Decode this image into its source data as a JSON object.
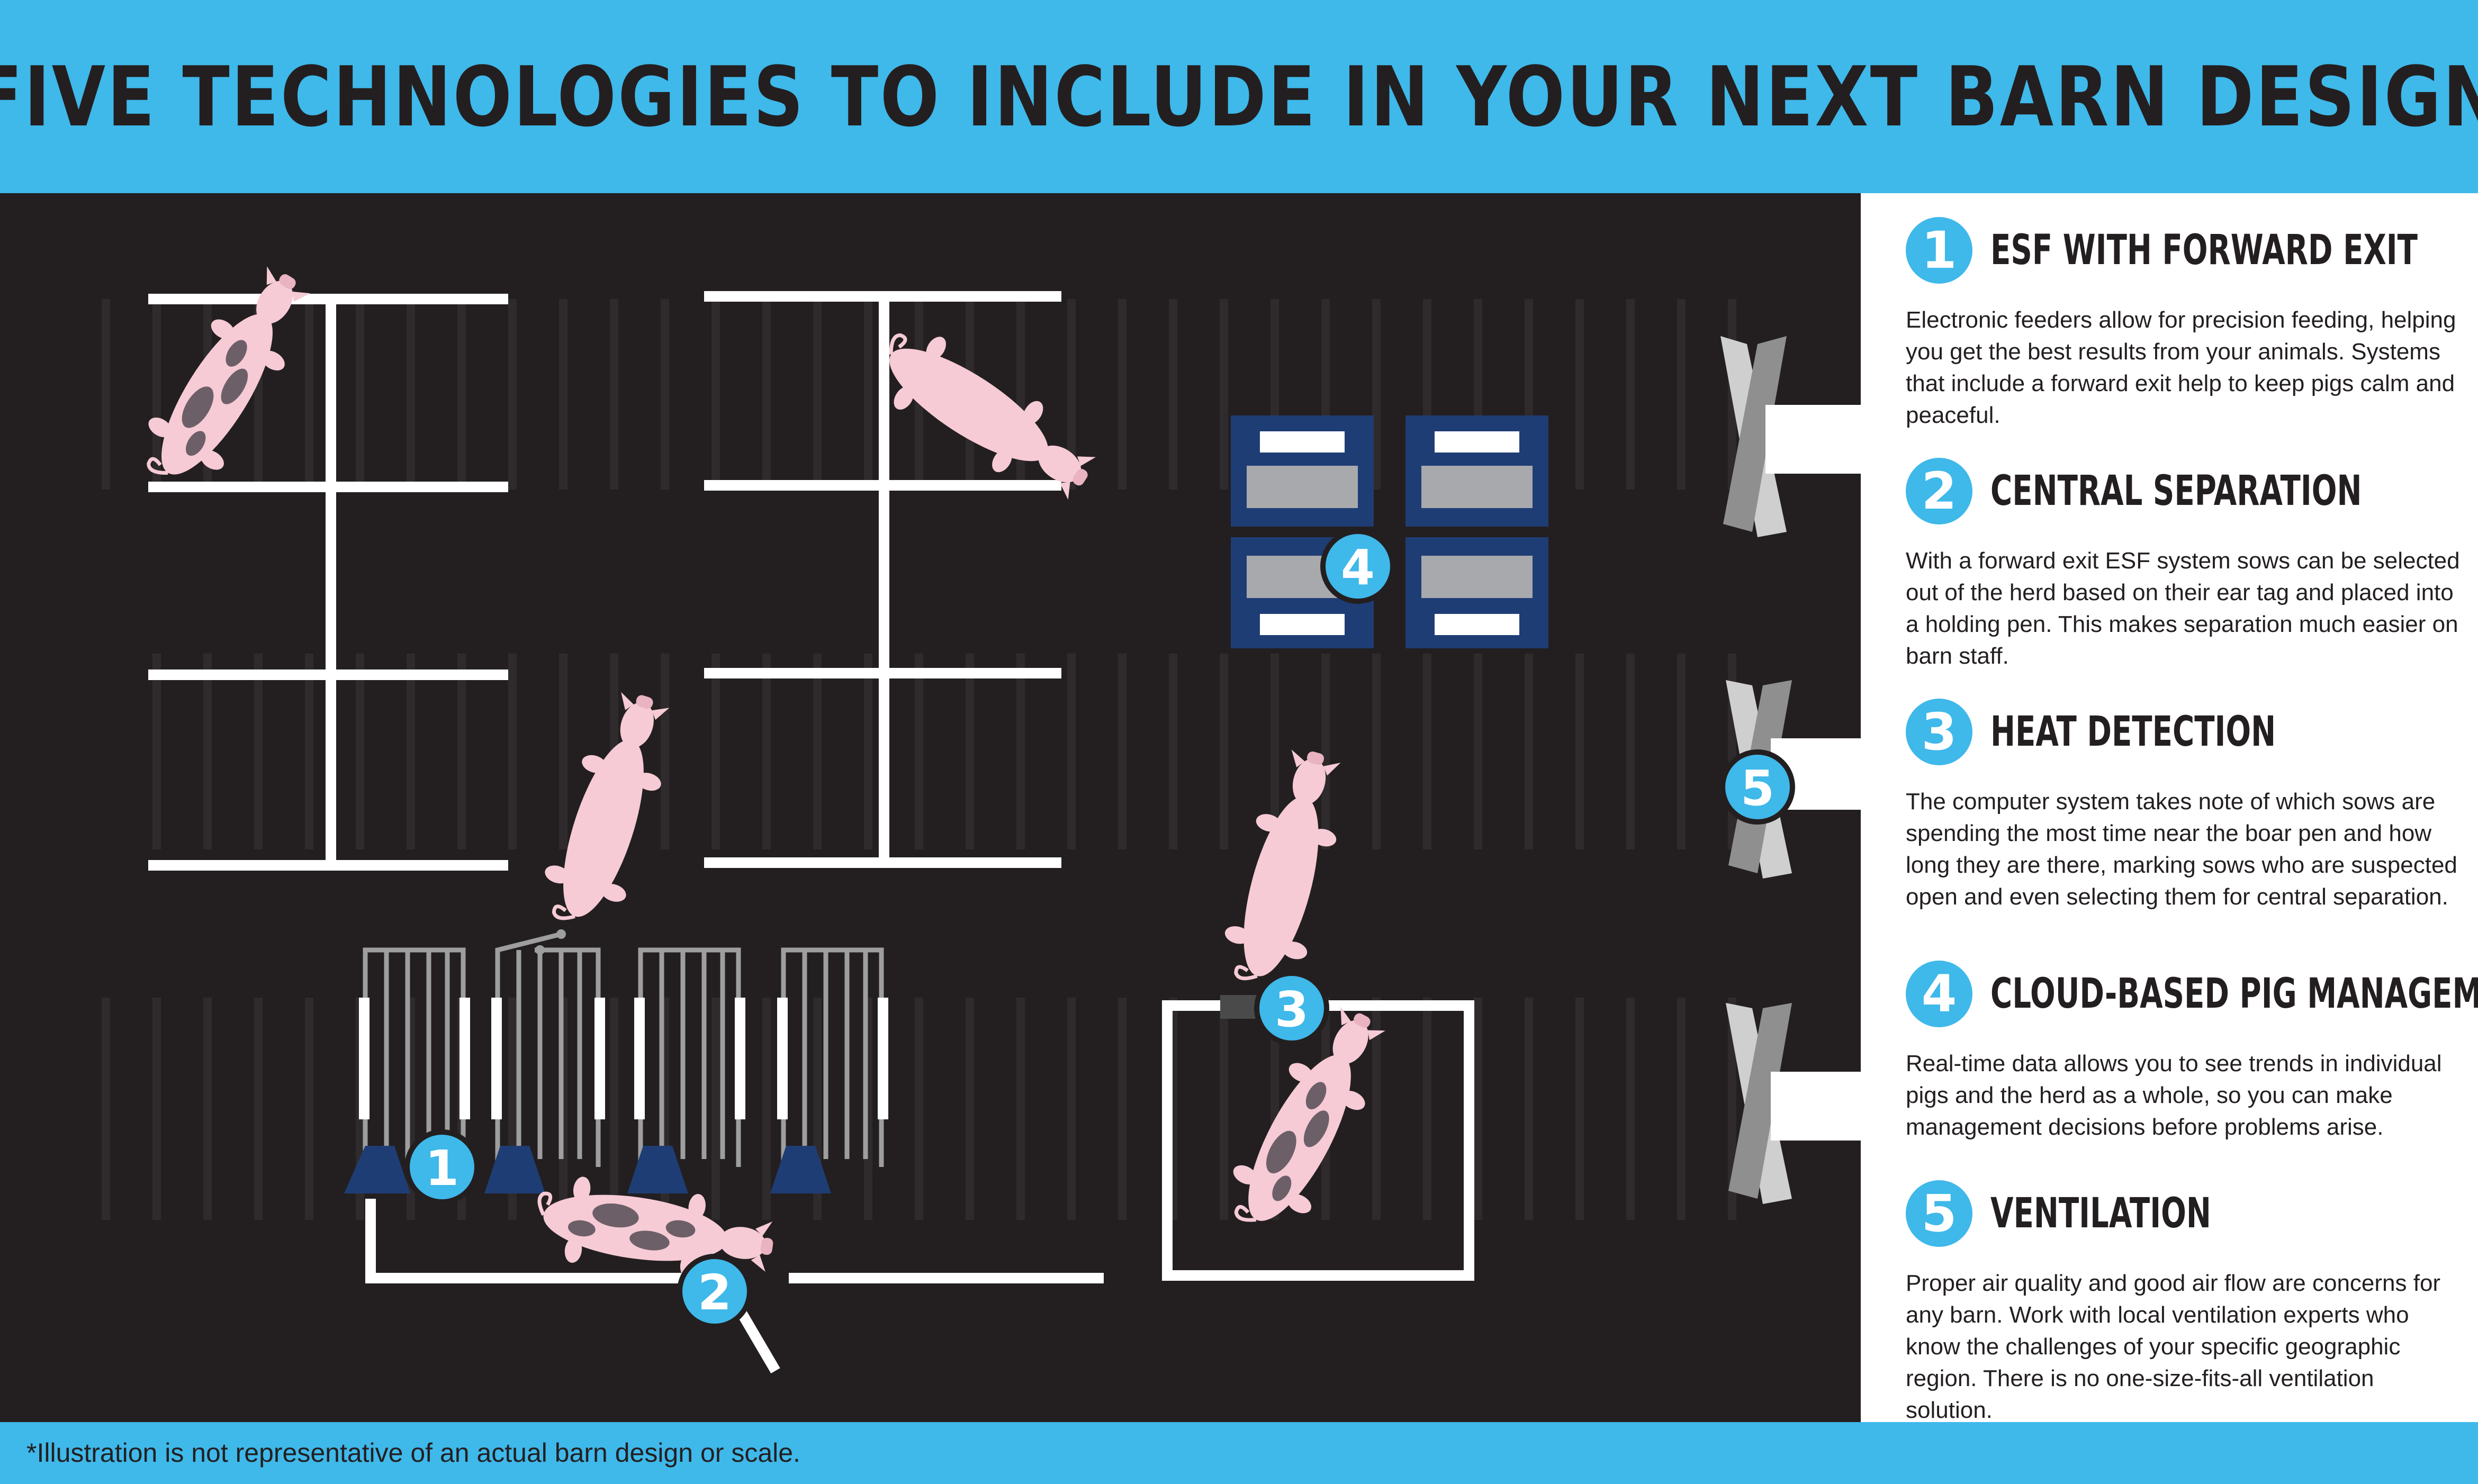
{
  "title": "FIVE TECHNOLOGIES TO INCLUDE IN YOUR NEXT BARN DESIGN",
  "items": [
    {
      "number": "1",
      "title": "ESF WITH FORWARD EXIT",
      "body": "Electronic feeders allow for precision feeding, helping you get the best results from your animals. Systems that include a forward exit help to keep pigs calm and peaceful."
    },
    {
      "number": "2",
      "title": "CENTRAL SEPARATION",
      "body": "With a forward exit ESF system sows can be selected out of the herd based on their ear tag and placed into a holding pen. This makes separation much easier on barn staff."
    },
    {
      "number": "3",
      "title": "HEAT DETECTION",
      "body": "The computer system takes note of which sows are spending the most time near the boar pen and how long they are there, marking sows who are suspected open and even selecting them for central separation."
    },
    {
      "number": "4",
      "title": "CLOUD-BASED PIG MANAGEMENT",
      "body": "Real-time data allows you to see trends in individual pigs and the herd as a whole, so you can make management decisions before problems arise."
    },
    {
      "number": "5",
      "title": "VENTILATION",
      "body": "Proper air quality and good air flow are concerns for any barn. Work with local ventilation experts who know the challenges of your specific geographic region. There is no one-size-fits-all ventilation solution."
    }
  ],
  "markers": [
    "1",
    "2",
    "3",
    "4",
    "5"
  ],
  "footnote": "*Illustration is not representative of an actual barn design or scale.",
  "colors": {
    "accent": "#3fb8ea",
    "floor": "#231f20",
    "pen_line": "#ffffff",
    "pig": "#f6cbd5",
    "pig_spot": "#6d5f68",
    "feeder": "#1f3d75",
    "computer": "#1f3d75",
    "fan": "#b5b5b5"
  }
}
